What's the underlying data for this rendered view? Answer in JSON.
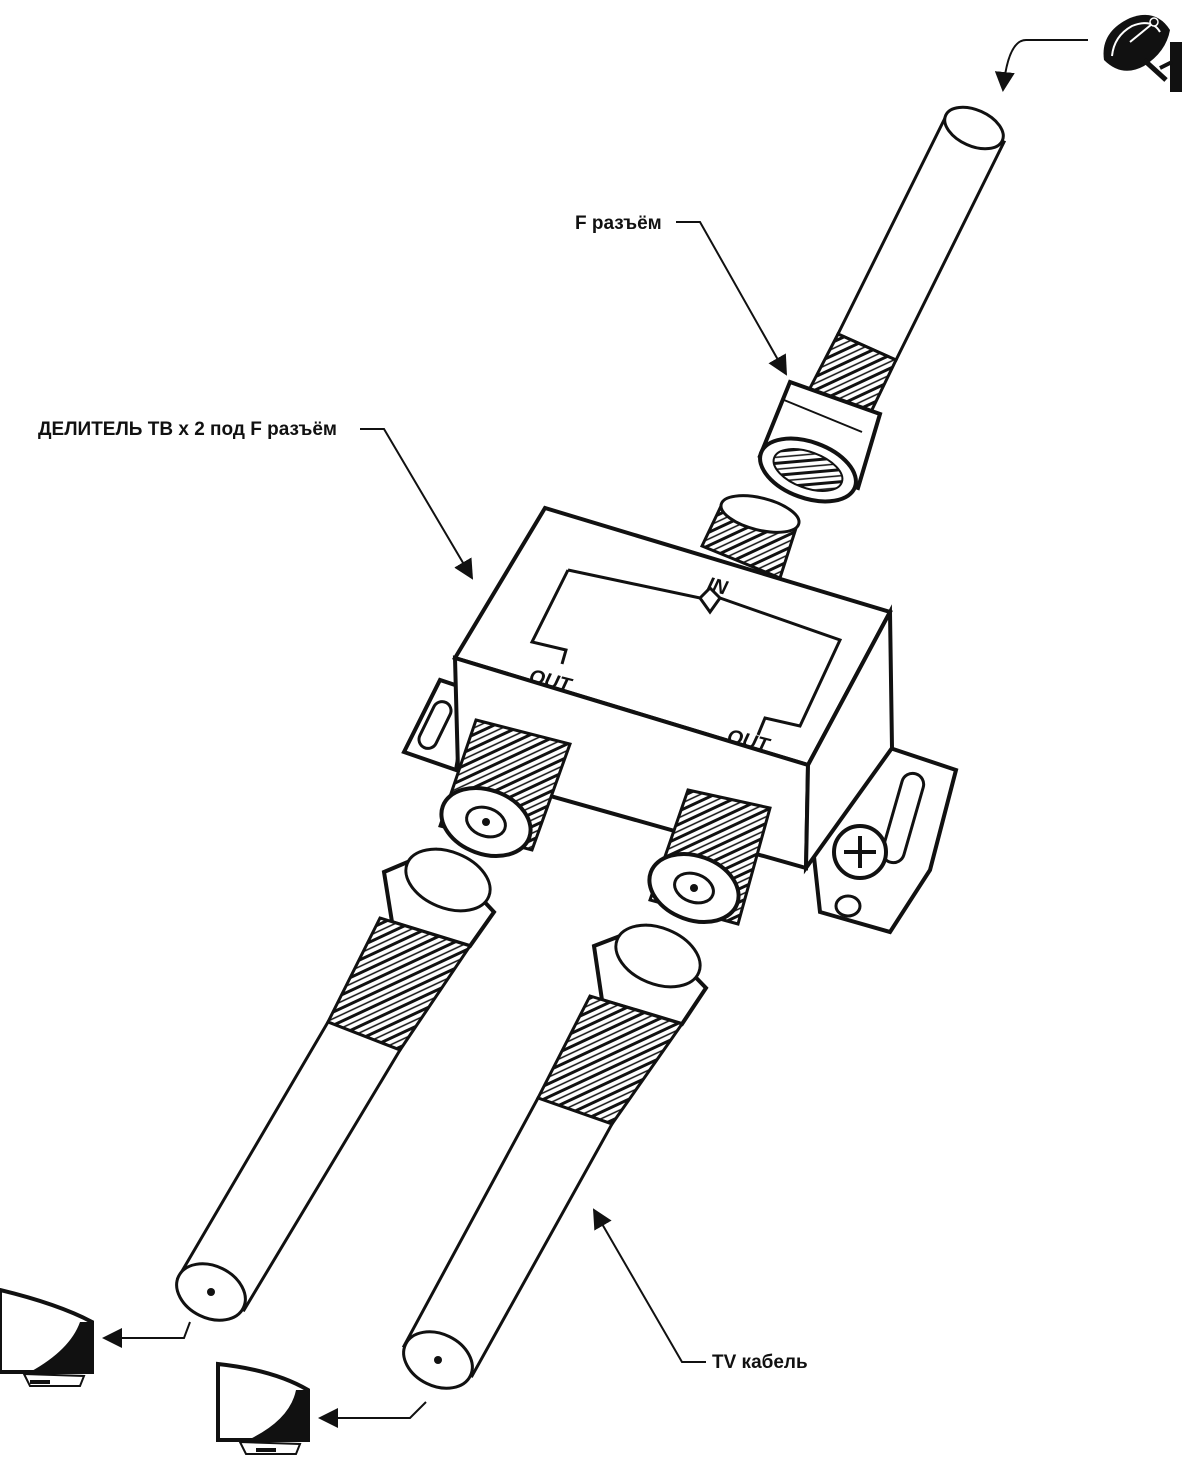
{
  "labels": {
    "f_connector": "F разъём",
    "splitter": "ДЕЛИТЕЛЬ ТВ х 2 под F разъём",
    "tv_cable": "TV кабель"
  },
  "ports": {
    "input": "IN",
    "output_left": "OUT",
    "output_right": "OUT"
  },
  "icons": {
    "source": "satellite-dish-icon",
    "receivers": [
      "tv-icon",
      "tv-icon"
    ]
  },
  "colors": {
    "line": "#111111",
    "background": "#ffffff"
  }
}
